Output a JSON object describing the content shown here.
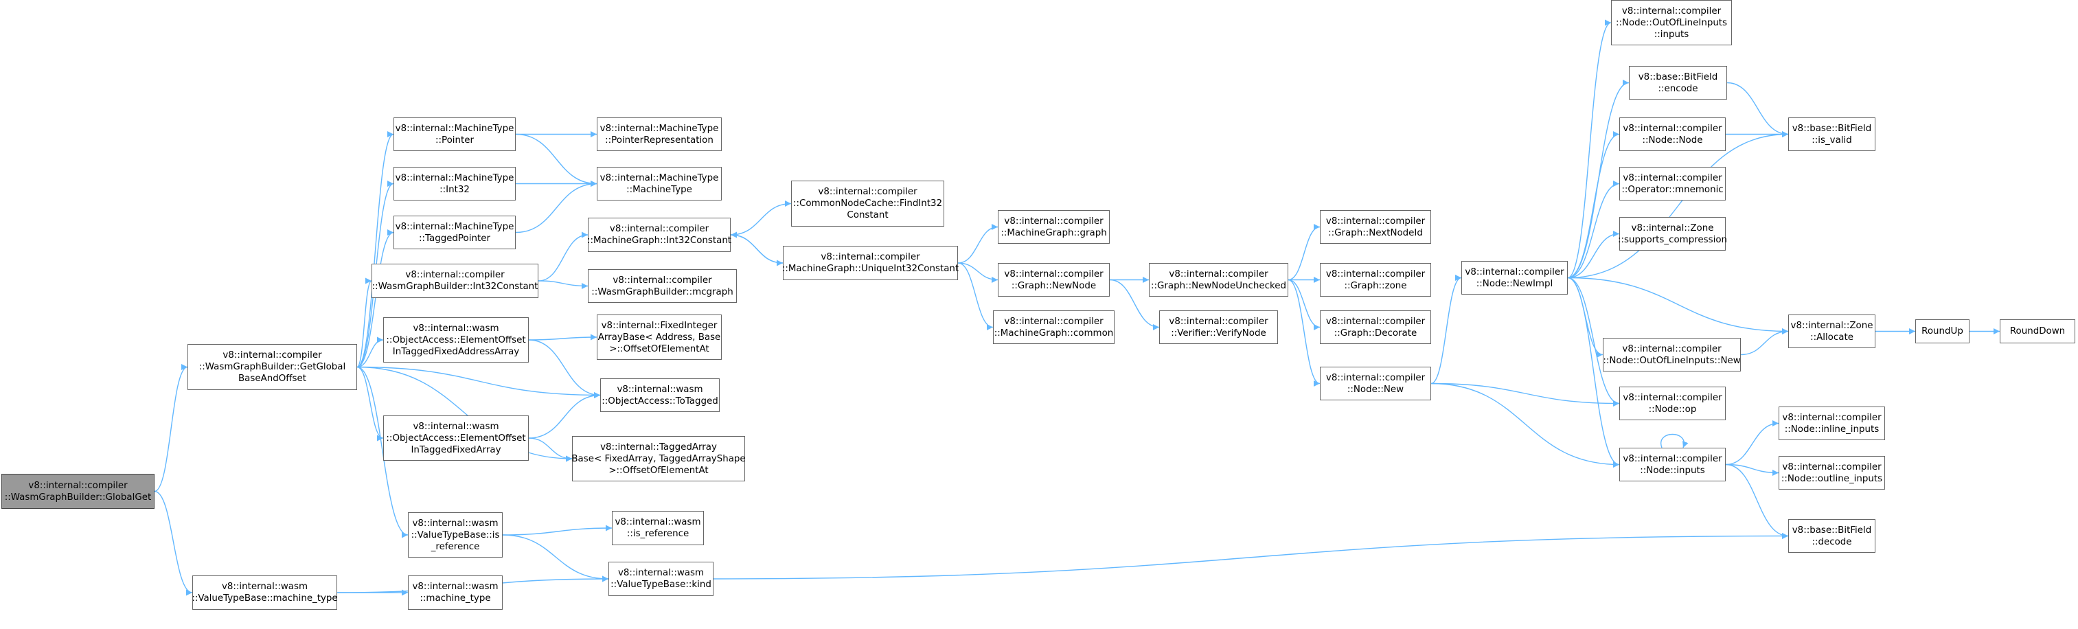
{
  "colors": {
    "edge": "#63b8ff",
    "node_border": "#666666",
    "root_fill": "#999999",
    "background": "#ffffff"
  },
  "nodes": [
    {
      "id": "n1",
      "lines": [
        "v8::internal::compiler",
        "::WasmGraphBuilder::GlobalGet"
      ],
      "root": true
    },
    {
      "id": "n2",
      "lines": [
        "v8::internal::compiler",
        "::WasmGraphBuilder::GetGlobal",
        "BaseAndOffset"
      ]
    },
    {
      "id": "n3",
      "lines": [
        "v8::internal::wasm",
        "::ValueTypeBase::machine_type"
      ]
    },
    {
      "id": "n4",
      "lines": [
        "v8::internal::MachineType",
        "::Pointer"
      ]
    },
    {
      "id": "n5",
      "lines": [
        "v8::internal::MachineType",
        "::Int32"
      ]
    },
    {
      "id": "n6",
      "lines": [
        "v8::internal::MachineType",
        "::TaggedPointer"
      ]
    },
    {
      "id": "n7",
      "lines": [
        "v8::internal::compiler",
        "::WasmGraphBuilder::Int32Constant"
      ]
    },
    {
      "id": "n8",
      "lines": [
        "v8::internal::wasm",
        "::ObjectAccess::ElementOffset",
        "InTaggedFixedAddressArray"
      ]
    },
    {
      "id": "n9",
      "lines": [
        "v8::internal::wasm",
        "::ObjectAccess::ElementOffset",
        "InTaggedFixedArray"
      ]
    },
    {
      "id": "n10",
      "lines": [
        "v8::internal::wasm",
        "::ValueTypeBase::is",
        "_reference"
      ]
    },
    {
      "id": "n11",
      "lines": [
        "v8::internal::wasm",
        "::machine_type"
      ]
    },
    {
      "id": "n12",
      "lines": [
        "v8::internal::MachineType",
        "::PointerRepresentation"
      ]
    },
    {
      "id": "n13",
      "lines": [
        "v8::internal::MachineType",
        "::MachineType"
      ]
    },
    {
      "id": "n14",
      "lines": [
        "v8::internal::compiler",
        "::MachineGraph::Int32Constant"
      ]
    },
    {
      "id": "n15",
      "lines": [
        "v8::internal::compiler",
        "::WasmGraphBuilder::mcgraph"
      ]
    },
    {
      "id": "n16",
      "lines": [
        "v8::internal::FixedInteger",
        "ArrayBase< Address, Base",
        ">::OffsetOfElementAt"
      ]
    },
    {
      "id": "n17",
      "lines": [
        "v8::internal::wasm",
        "::ObjectAccess::ToTagged"
      ]
    },
    {
      "id": "n18",
      "lines": [
        "v8::internal::TaggedArray",
        "Base< FixedArray, TaggedArrayShape",
        ">::OffsetOfElementAt"
      ]
    },
    {
      "id": "n19",
      "lines": [
        "v8::internal::wasm",
        "::is_reference"
      ]
    },
    {
      "id": "n20",
      "lines": [
        "v8::internal::wasm",
        "::ValueTypeBase::kind"
      ]
    },
    {
      "id": "n21",
      "lines": [
        "v8::internal::compiler",
        "::CommonNodeCache::FindInt32",
        "Constant"
      ]
    },
    {
      "id": "n22",
      "lines": [
        "v8::internal::compiler",
        "::MachineGraph::UniqueInt32Constant"
      ]
    },
    {
      "id": "n23",
      "lines": [
        "v8::internal::compiler",
        "::MachineGraph::graph"
      ]
    },
    {
      "id": "n24",
      "lines": [
        "v8::internal::compiler",
        "::Graph::NewNode"
      ]
    },
    {
      "id": "n25",
      "lines": [
        "v8::internal::compiler",
        "::MachineGraph::common"
      ]
    },
    {
      "id": "n26",
      "lines": [
        "v8::internal::compiler",
        "::Graph::NewNodeUnchecked"
      ]
    },
    {
      "id": "n27",
      "lines": [
        "v8::internal::compiler",
        "::Verifier::VerifyNode"
      ]
    },
    {
      "id": "n28",
      "lines": [
        "v8::internal::compiler",
        "::Graph::NextNodeId"
      ]
    },
    {
      "id": "n29",
      "lines": [
        "v8::internal::compiler",
        "::Graph::zone"
      ]
    },
    {
      "id": "n30",
      "lines": [
        "v8::internal::compiler",
        "::Graph::Decorate"
      ]
    },
    {
      "id": "n31",
      "lines": [
        "v8::internal::compiler",
        "::Node::New"
      ]
    },
    {
      "id": "n32",
      "lines": [
        "v8::internal::compiler",
        "::Node::NewImpl"
      ]
    },
    {
      "id": "n33",
      "lines": [
        "v8::internal::compiler",
        "::Node::inputs"
      ]
    },
    {
      "id": "n34",
      "lines": [
        "v8::internal::compiler",
        "::Node::op"
      ]
    },
    {
      "id": "n35",
      "lines": [
        "v8::internal::compiler",
        "::Node::OutOfLineInputs",
        "::inputs"
      ]
    },
    {
      "id": "n36",
      "lines": [
        "v8::base::BitField",
        "::encode"
      ]
    },
    {
      "id": "n37",
      "lines": [
        "v8::internal::compiler",
        "::Node::Node"
      ]
    },
    {
      "id": "n38",
      "lines": [
        "v8::internal::compiler",
        "::Operator::mnemonic"
      ]
    },
    {
      "id": "n39",
      "lines": [
        "v8::internal::Zone",
        "::supports_compression"
      ]
    },
    {
      "id": "n40",
      "lines": [
        "v8::internal::compiler",
        "::Node::OutOfLineInputs::New"
      ]
    },
    {
      "id": "n41",
      "lines": [
        "v8::base::BitField",
        "::is_valid"
      ]
    },
    {
      "id": "n42",
      "lines": [
        "v8::internal::Zone",
        "::Allocate"
      ]
    },
    {
      "id": "n43",
      "lines": [
        "v8::internal::compiler",
        "::Node::inline_inputs"
      ]
    },
    {
      "id": "n44",
      "lines": [
        "v8::internal::compiler",
        "::Node::outline_inputs"
      ]
    },
    {
      "id": "n45",
      "lines": [
        "v8::base::BitField",
        "::decode"
      ]
    },
    {
      "id": "n46",
      "lines": [
        "RoundUp"
      ]
    },
    {
      "id": "n47",
      "lines": [
        "RoundDown"
      ]
    }
  ],
  "edges": [
    [
      "n1",
      "n2"
    ],
    [
      "n1",
      "n3"
    ],
    [
      "n2",
      "n4"
    ],
    [
      "n2",
      "n5"
    ],
    [
      "n2",
      "n6"
    ],
    [
      "n2",
      "n7"
    ],
    [
      "n2",
      "n8"
    ],
    [
      "n2",
      "n17"
    ],
    [
      "n2",
      "n9"
    ],
    [
      "n2",
      "n18"
    ],
    [
      "n2",
      "n10"
    ],
    [
      "n3",
      "n11"
    ],
    [
      "n3",
      "n20"
    ],
    [
      "n4",
      "n12"
    ],
    [
      "n4",
      "n13"
    ],
    [
      "n5",
      "n13"
    ],
    [
      "n6",
      "n13"
    ],
    [
      "n7",
      "n14"
    ],
    [
      "n7",
      "n15"
    ],
    [
      "n8",
      "n16"
    ],
    [
      "n8",
      "n17"
    ],
    [
      "n9",
      "n17"
    ],
    [
      "n9",
      "n18"
    ],
    [
      "n10",
      "n19"
    ],
    [
      "n10",
      "n20"
    ],
    [
      "n14",
      "n21"
    ],
    [
      "n14",
      "n22"
    ],
    [
      "n22",
      "n14"
    ],
    [
      "n22",
      "n23"
    ],
    [
      "n22",
      "n24"
    ],
    [
      "n22",
      "n25"
    ],
    [
      "n24",
      "n26"
    ],
    [
      "n24",
      "n27"
    ],
    [
      "n26",
      "n28"
    ],
    [
      "n26",
      "n29"
    ],
    [
      "n26",
      "n30"
    ],
    [
      "n26",
      "n31"
    ],
    [
      "n31",
      "n32"
    ],
    [
      "n31",
      "n34"
    ],
    [
      "n31",
      "n33"
    ],
    [
      "n32",
      "n35"
    ],
    [
      "n32",
      "n36"
    ],
    [
      "n32",
      "n37"
    ],
    [
      "n32",
      "n38"
    ],
    [
      "n32",
      "n39"
    ],
    [
      "n32",
      "n41"
    ],
    [
      "n32",
      "n42"
    ],
    [
      "n32",
      "n40"
    ],
    [
      "n32",
      "n34"
    ],
    [
      "n32",
      "n33"
    ],
    [
      "n36",
      "n41"
    ],
    [
      "n37",
      "n41"
    ],
    [
      "n40",
      "n42"
    ],
    [
      "n42",
      "n46"
    ],
    [
      "n46",
      "n47"
    ],
    [
      "n33",
      "n33"
    ],
    [
      "n33",
      "n43"
    ],
    [
      "n33",
      "n44"
    ],
    [
      "n33",
      "n45"
    ],
    [
      "n20",
      "n45"
    ]
  ]
}
